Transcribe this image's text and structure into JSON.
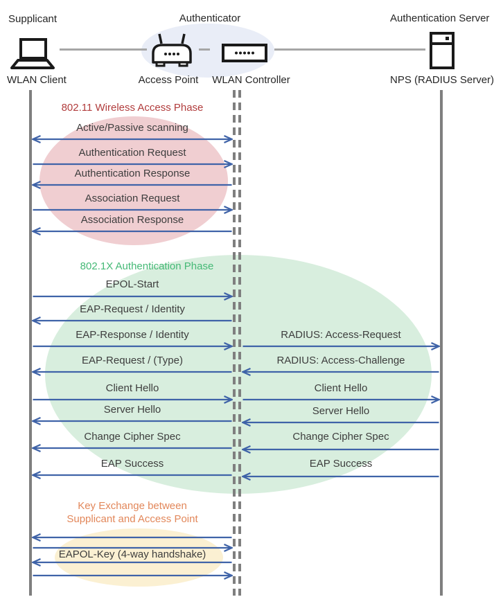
{
  "actors": {
    "supplicant": {
      "role": "Supplicant",
      "device": "WLAN Client"
    },
    "authenticator": {
      "role": "Authenticator",
      "access_point": "Access Point",
      "wlan_controller": "WLAN Controller"
    },
    "auth_server": {
      "role": "Authentication Server",
      "device": "NPS (RADIUS Server)"
    }
  },
  "icons": {
    "supplicant": "laptop-icon",
    "access_point": "wireless-router-icon",
    "wlan_controller": "controller-box-icon",
    "auth_server": "server-icon"
  },
  "phases": [
    {
      "title": "802.11 Wireless Access Phase",
      "color": "#b13c3c",
      "ellipse": "#f0ced1"
    },
    {
      "title": "802.1X Authentication Phase",
      "color": "#45b976",
      "ellipse": "#d8eede"
    },
    {
      "title_line1": "Key Exchange between",
      "title_line2": "Supplicant and Access Point",
      "color": "#e2875a",
      "ellipse": "#fbf0d2"
    }
  ],
  "colors": {
    "arrow": "#3f63a8",
    "lifeline": "#7f7f7f",
    "authenticator_ellipse": "#e9edf7"
  },
  "messages": {
    "left": [
      {
        "label": "Active/Passive scanning",
        "direction": "both"
      },
      {
        "label": "Authentication Request",
        "direction": "right"
      },
      {
        "label": "Authentication Response",
        "direction": "left"
      },
      {
        "label": "Association Request",
        "direction": "right"
      },
      {
        "label": "Association Response",
        "direction": "left"
      },
      {
        "label": "EPOL-Start",
        "direction": "right"
      },
      {
        "label": "EAP-Request / Identity",
        "direction": "left"
      },
      {
        "label": "EAP-Response / Identity",
        "direction": "right"
      },
      {
        "label": "EAP-Request / (Type)",
        "direction": "left"
      },
      {
        "label": "Client Hello",
        "direction": "right"
      },
      {
        "label": "Server Hello",
        "direction": "left"
      },
      {
        "label": "Change Cipher Spec",
        "direction": "left"
      },
      {
        "label": "EAP Success",
        "direction": "left"
      },
      {
        "label": "",
        "direction": "left"
      },
      {
        "label": "",
        "direction": "right"
      },
      {
        "label": "EAPOL-Key (4-way handshake)",
        "direction": "left"
      },
      {
        "label": "",
        "direction": "right"
      }
    ],
    "right": [
      {
        "label": "RADIUS: Access-Request",
        "direction": "right"
      },
      {
        "label": "RADIUS: Access-Challenge",
        "direction": "left"
      },
      {
        "label": "Client Hello",
        "direction": "right"
      },
      {
        "label": "Server Hello",
        "direction": "left"
      },
      {
        "label": "Change Cipher Spec",
        "direction": "left"
      },
      {
        "label": "EAP Success",
        "direction": "left"
      }
    ]
  }
}
